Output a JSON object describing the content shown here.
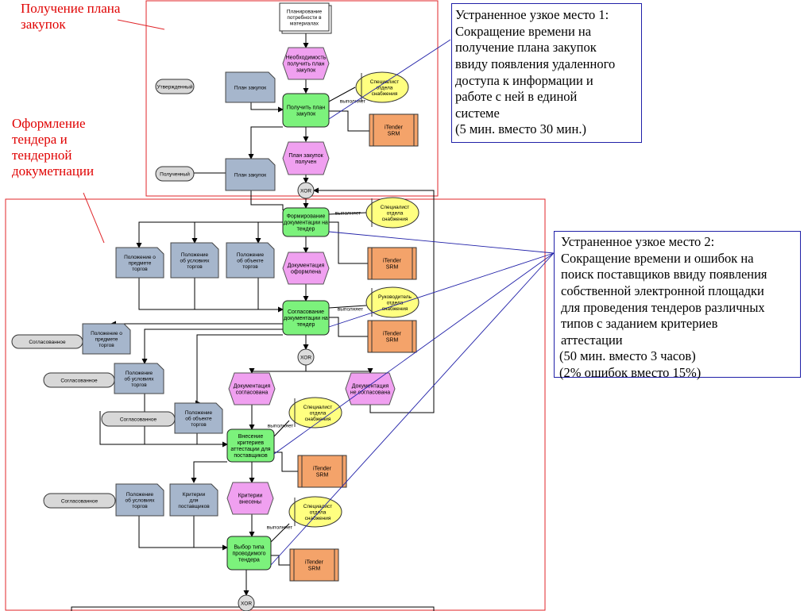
{
  "regions": {
    "purchase_plan": "Получение плана\nзакупок",
    "tender_docs": "Оформление\nтендера и\nтендерной\nдокуметнации"
  },
  "callouts": {
    "bottleneck1": "Устраненное узкое место 1:\nСокращение времени на\nполучение плана закупок\nввиду появления удаленного\nдоступа к информации и\nработе с ней в единой\nсистеме\n(5 мин. вместо 30 мин.)",
    "bottleneck2": "Устраненное узкое место 2:\nСокращение времени и ошибок на\nпоиск поставщиков ввиду появления\nсобственной электронной площадки\nдля проведения тендеров различных\nтипов с заданием критериев\nаттестации",
    "bottleneck2_time": "(50 мин. вместо 3 часов)",
    "bottleneck2_errors": "(2% ошибок вместо 15%)"
  },
  "diagram": {
    "start_doc": "Планирование\nпотребности в\nматериалах",
    "ev_need_plan": "Необходимость\nполучить план\nзакупок",
    "fn_get_plan": "Получить план\nзакупок",
    "ev_plan_received": "План закупок\nполучен",
    "fn_form_docs": "Формирование\nдокументации на\nтендер",
    "ev_docs_formed": "Документация\nоформлена",
    "fn_approve_docs": "Согласование\nдокументации на\nтендер",
    "ev_docs_approved": "Документация\nсогласована",
    "ev_docs_not_approved": "Документация\nне согласована",
    "fn_criteria": "Внесение\nкритериев\nаттестации для\nпоставщиков",
    "ev_criteria_entered": "Критерии\nвнесены",
    "fn_tender_type": "Выбор типа\nпроводимого\nтендера",
    "role_specialist": "Специалист\nотдела\nснабжения",
    "role_head": "Руководитель\nотдела\nснабжения",
    "system": "iTender\nSRM",
    "doc_plan": "План закупок",
    "doc_bidding": "Положение о\nпредмете\nторгов",
    "doc_conditions": "Положение\nоб условиях\nторгов",
    "doc_object": "Положение\nоб объекте\nторгов",
    "doc_criteria": "Критерии\nдля\nпоставщиков",
    "status_approved_m": "Утвержденный",
    "status_received_m": "Полученный",
    "status_agreed_m": "Согласованное",
    "edge_performs": "выполняет",
    "op_xor": "XOR"
  },
  "colors": {
    "function": "#7cf27c",
    "event": "#f0a0f0",
    "org": "#ffff80",
    "system": "#f4a36a",
    "document": "#a6b6cc",
    "status": "#d8d8d8",
    "region_border": "#e0262a",
    "callout_border": "#2020a8"
  }
}
